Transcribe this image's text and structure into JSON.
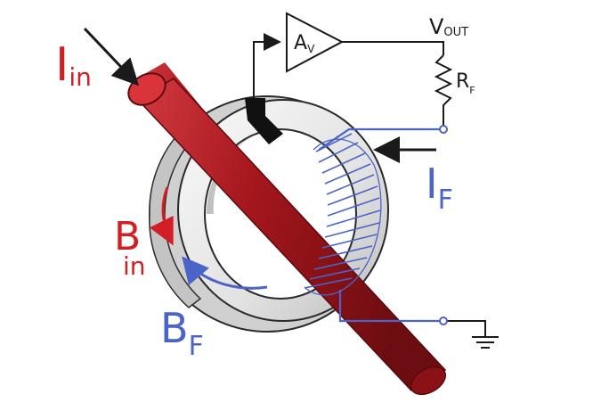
{
  "labels": {
    "i_in_main": "I",
    "i_in_sub": "in",
    "b_in_main": "B",
    "b_in_sub": "in",
    "b_f_main": "B",
    "b_f_sub": "F",
    "i_f_main": "I",
    "i_f_sub": "F",
    "amp_main": "A",
    "amp_sub": "V",
    "vout_main": "V",
    "vout_sub": "OUT",
    "rf_main": "R",
    "rf_sub": "F"
  },
  "colors": {
    "conductor": "#b0262b",
    "conductor_dark": "#7a1216",
    "core_light": "#f2f2f2",
    "core_mid": "#c9c9c9",
    "winding": "#4a64c8",
    "primary_label": "#d21f26",
    "secondary_label": "#4a64c8",
    "wire": "#1a1a1a"
  }
}
